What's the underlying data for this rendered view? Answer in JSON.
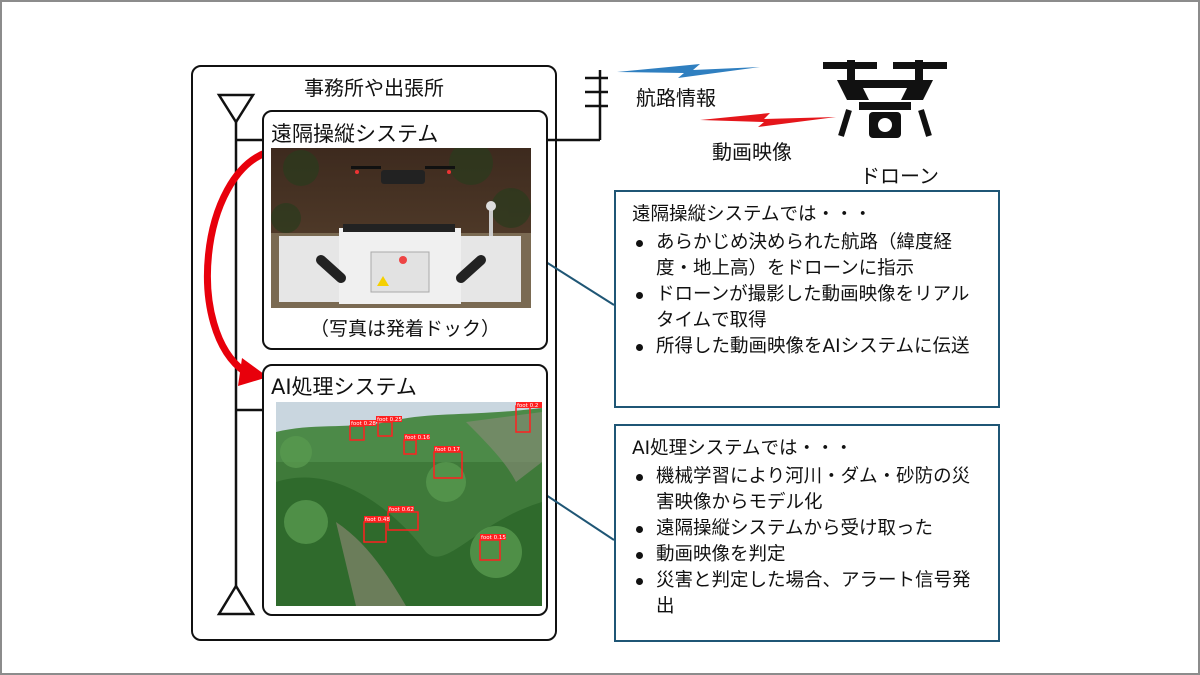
{
  "office": {
    "title": "事務所や出張所"
  },
  "remote_system": {
    "title": "遠隔操縦システム",
    "caption": "（写真は発着ドック）"
  },
  "ai_system": {
    "title": "AI処理システム",
    "detections": [
      {
        "label": "foot 0.28"
      },
      {
        "label": "foot 0.25"
      },
      {
        "label": "foot 0.16"
      },
      {
        "label": "foot 0.17"
      },
      {
        "label": "foot 0.2"
      },
      {
        "label": "foot 0.62"
      },
      {
        "label": "foot 0.48"
      },
      {
        "label": "foot 0.15"
      }
    ]
  },
  "links": {
    "route_info": "航路情報",
    "video": "動画映像"
  },
  "drone": {
    "label": "ドローン"
  },
  "remote_callout": {
    "title": "遠隔操縦システムでは・・・",
    "items": [
      "あらかじめ決められた航路（緯度経度・地上高）をドローンに指示",
      "ドローンが撮影した動画映像をリアルタイムで取得",
      "所得した動画映像をAIシステムに伝送"
    ]
  },
  "ai_callout": {
    "title": "AI処理システムでは・・・",
    "items": [
      "機械学習により河川・ダム・砂防の災害映像からモデル化",
      "遠隔操縦システムから受け取った",
      "動画映像を判定",
      "災害と判定した場合、アラート信号発出"
    ]
  },
  "colors": {
    "arrow_red": "#e8000b",
    "callout_border": "#1f5675",
    "signal_blue": "#2f7fc0",
    "signal_red": "#e5161b"
  }
}
